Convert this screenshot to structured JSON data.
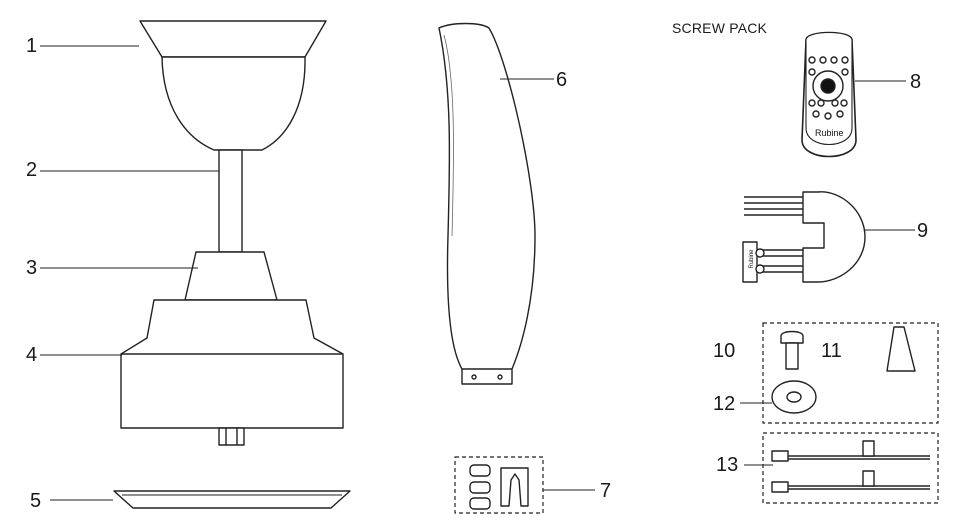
{
  "screw_pack_title": "SCREW PACK",
  "remote_brand": "Rubine",
  "receiver_brand": "Rubine",
  "parts": [
    {
      "number": "1"
    },
    {
      "number": "2"
    },
    {
      "number": "3"
    },
    {
      "number": "4"
    },
    {
      "number": "5"
    },
    {
      "number": "6"
    },
    {
      "number": "7"
    },
    {
      "number": "8"
    },
    {
      "number": "9"
    },
    {
      "number": "10"
    },
    {
      "number": "11"
    },
    {
      "number": "12"
    },
    {
      "number": "13"
    }
  ]
}
